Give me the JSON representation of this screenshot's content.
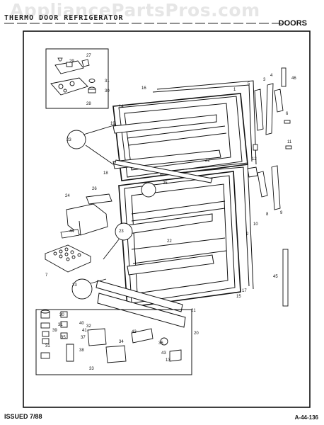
{
  "watermark": "AppliancePartsPros.com",
  "header": {
    "title": "THERMO DOOR  REFRIGERATOR",
    "section": "DOORS"
  },
  "footer": {
    "issued": "ISSUED 7/88",
    "code": "A-44-136"
  },
  "callouts": {
    "c1": "1",
    "c2": "2",
    "c3": "3",
    "c4": "4",
    "c5": "5",
    "c6": "6",
    "c7": "7",
    "c8": "8",
    "c9": "9",
    "c10": "10",
    "c11": "11",
    "c12": "12",
    "c13": "13",
    "c14": "14",
    "c15": "15",
    "c16": "16",
    "c17": "17",
    "c18": "18",
    "c19": "19",
    "c20": "20",
    "c21": "21",
    "c22a": "22",
    "c22b": "22",
    "c23a": "23",
    "c23b": "23",
    "c23c": "23",
    "c24": "24",
    "c25": "25",
    "c26": "26",
    "c27": "27",
    "c28": "28",
    "c29": "29",
    "c30a": "30",
    "c30b": "30",
    "c31a": "31",
    "c31b": "31",
    "c31c": "31",
    "c32": "32",
    "c33": "33",
    "c34": "34",
    "c35": "35",
    "c36": "36",
    "c37": "37",
    "c38": "38",
    "c39": "39",
    "c40": "40",
    "c41": "41",
    "c42": "42",
    "c43": "43",
    "c44": "44",
    "c45": "45",
    "c46": "46"
  }
}
